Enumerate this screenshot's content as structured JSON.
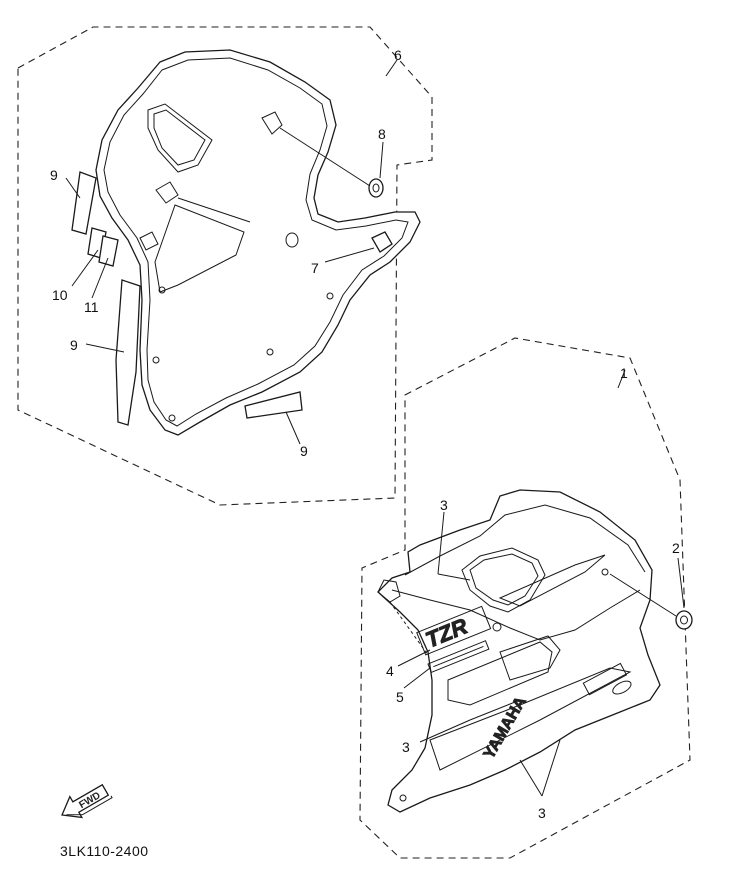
{
  "diagram": {
    "drawing_code": "3LK110-2400",
    "fwd_label": "FWD",
    "decals": {
      "tzr_logo": "TZR",
      "yamaha_logo": "YAMAHA"
    },
    "callouts": [
      {
        "id": "6",
        "text": "6"
      },
      {
        "id": "8",
        "text": "8"
      },
      {
        "id": "9a",
        "text": "9"
      },
      {
        "id": "10",
        "text": "10"
      },
      {
        "id": "11",
        "text": "11"
      },
      {
        "id": "9b",
        "text": "9"
      },
      {
        "id": "7",
        "text": "7"
      },
      {
        "id": "9c",
        "text": "9"
      },
      {
        "id": "1",
        "text": "1"
      },
      {
        "id": "3a",
        "text": "3"
      },
      {
        "id": "2",
        "text": "2"
      },
      {
        "id": "4",
        "text": "4"
      },
      {
        "id": "5",
        "text": "5"
      },
      {
        "id": "3b",
        "text": "3"
      },
      {
        "id": "3c",
        "text": "3"
      }
    ]
  },
  "colors": {
    "line": "#1a1a1a",
    "background": "#ffffff"
  }
}
